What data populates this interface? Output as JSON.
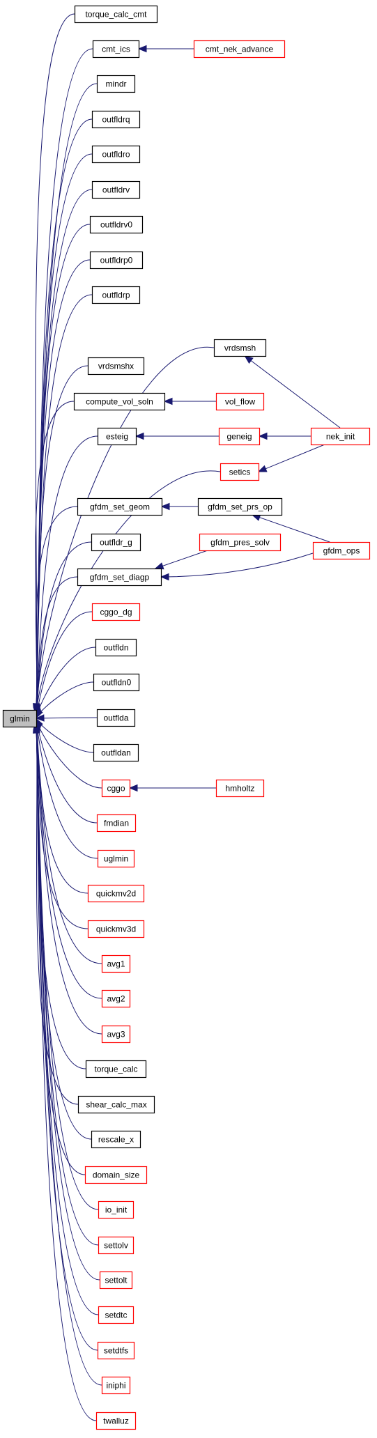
{
  "graph": {
    "nodes": [
      {
        "id": "glmin",
        "label": "glmin",
        "style": "root"
      },
      {
        "id": "torque_calc_cmt",
        "label": "torque_calc_cmt",
        "style": "black"
      },
      {
        "id": "cmt_ics",
        "label": "cmt_ics",
        "style": "black"
      },
      {
        "id": "cmt_nek_advance",
        "label": "cmt_nek_advance",
        "style": "red"
      },
      {
        "id": "mindr",
        "label": "mindr",
        "style": "black"
      },
      {
        "id": "outfldrq",
        "label": "outfldrq",
        "style": "black"
      },
      {
        "id": "outfldro",
        "label": "outfldro",
        "style": "black"
      },
      {
        "id": "outfldrv",
        "label": "outfldrv",
        "style": "black"
      },
      {
        "id": "outfldrv0",
        "label": "outfldrv0",
        "style": "black"
      },
      {
        "id": "outfldrp0",
        "label": "outfldrp0",
        "style": "black"
      },
      {
        "id": "outfldrp",
        "label": "outfldrp",
        "style": "black"
      },
      {
        "id": "vrdsmsh",
        "label": "vrdsmsh",
        "style": "black"
      },
      {
        "id": "vrdsmshx",
        "label": "vrdsmshx",
        "style": "black"
      },
      {
        "id": "compute_vol_soln",
        "label": "compute_vol_soln",
        "style": "black"
      },
      {
        "id": "vol_flow",
        "label": "vol_flow",
        "style": "red"
      },
      {
        "id": "esteig",
        "label": "esteig",
        "style": "black"
      },
      {
        "id": "geneig",
        "label": "geneig",
        "style": "red"
      },
      {
        "id": "nek_init",
        "label": "nek_init",
        "style": "red"
      },
      {
        "id": "setics",
        "label": "setics",
        "style": "red"
      },
      {
        "id": "gfdm_set_geom",
        "label": "gfdm_set_geom",
        "style": "black"
      },
      {
        "id": "gfdm_set_prs_op",
        "label": "gfdm_set_prs_op",
        "style": "black"
      },
      {
        "id": "outfldr_g",
        "label": "outfldr_g",
        "style": "black"
      },
      {
        "id": "gfdm_pres_solv",
        "label": "gfdm_pres_solv",
        "style": "red"
      },
      {
        "id": "gfdm_ops",
        "label": "gfdm_ops",
        "style": "red"
      },
      {
        "id": "gfdm_set_diagp",
        "label": "gfdm_set_diagp",
        "style": "black"
      },
      {
        "id": "cggo_dg",
        "label": "cggo_dg",
        "style": "red"
      },
      {
        "id": "outfldn",
        "label": "outfldn",
        "style": "black"
      },
      {
        "id": "outfldn0",
        "label": "outfldn0",
        "style": "black"
      },
      {
        "id": "outflda",
        "label": "outflda",
        "style": "black"
      },
      {
        "id": "outfldan",
        "label": "outfldan",
        "style": "black"
      },
      {
        "id": "cggo",
        "label": "cggo",
        "style": "red"
      },
      {
        "id": "hmholtz",
        "label": "hmholtz",
        "style": "red"
      },
      {
        "id": "fmdian",
        "label": "fmdian",
        "style": "red"
      },
      {
        "id": "uglmin",
        "label": "uglmin",
        "style": "red"
      },
      {
        "id": "quickmv2d",
        "label": "quickmv2d",
        "style": "red"
      },
      {
        "id": "quickmv3d",
        "label": "quickmv3d",
        "style": "red"
      },
      {
        "id": "avg1",
        "label": "avg1",
        "style": "red"
      },
      {
        "id": "avg2",
        "label": "avg2",
        "style": "red"
      },
      {
        "id": "avg3",
        "label": "avg3",
        "style": "red"
      },
      {
        "id": "torque_calc",
        "label": "torque_calc",
        "style": "black"
      },
      {
        "id": "shear_calc_max",
        "label": "shear_calc_max",
        "style": "black"
      },
      {
        "id": "rescale_x",
        "label": "rescale_x",
        "style": "black"
      },
      {
        "id": "domain_size",
        "label": "domain_size",
        "style": "red"
      },
      {
        "id": "io_init",
        "label": "io_init",
        "style": "red"
      },
      {
        "id": "settolv",
        "label": "settolv",
        "style": "red"
      },
      {
        "id": "settolt",
        "label": "settolt",
        "style": "red"
      },
      {
        "id": "setdtc",
        "label": "setdtc",
        "style": "red"
      },
      {
        "id": "setdtfs",
        "label": "setdtfs",
        "style": "red"
      },
      {
        "id": "iniphi",
        "label": "iniphi",
        "style": "red"
      },
      {
        "id": "twalluz",
        "label": "twalluz",
        "style": "red"
      }
    ],
    "edges": [
      {
        "from": "torque_calc_cmt",
        "to": "glmin"
      },
      {
        "from": "cmt_ics",
        "to": "glmin"
      },
      {
        "from": "cmt_nek_advance",
        "to": "cmt_ics"
      },
      {
        "from": "mindr",
        "to": "glmin"
      },
      {
        "from": "outfldrq",
        "to": "glmin"
      },
      {
        "from": "outfldro",
        "to": "glmin"
      },
      {
        "from": "outfldrv",
        "to": "glmin"
      },
      {
        "from": "outfldrv0",
        "to": "glmin"
      },
      {
        "from": "outfldrp0",
        "to": "glmin"
      },
      {
        "from": "outfldrp",
        "to": "glmin"
      },
      {
        "from": "vrdsmsh",
        "to": "glmin"
      },
      {
        "from": "nek_init",
        "to": "vrdsmsh"
      },
      {
        "from": "vrdsmshx",
        "to": "glmin"
      },
      {
        "from": "compute_vol_soln",
        "to": "glmin"
      },
      {
        "from": "vol_flow",
        "to": "compute_vol_soln"
      },
      {
        "from": "esteig",
        "to": "glmin"
      },
      {
        "from": "geneig",
        "to": "esteig"
      },
      {
        "from": "nek_init",
        "to": "geneig"
      },
      {
        "from": "setics",
        "to": "glmin"
      },
      {
        "from": "nek_init",
        "to": "setics"
      },
      {
        "from": "gfdm_set_geom",
        "to": "glmin"
      },
      {
        "from": "gfdm_set_prs_op",
        "to": "gfdm_set_geom"
      },
      {
        "from": "gfdm_ops",
        "to": "gfdm_set_prs_op"
      },
      {
        "from": "outfldr_g",
        "to": "glmin"
      },
      {
        "from": "gfdm_set_diagp",
        "to": "glmin"
      },
      {
        "from": "gfdm_pres_solv",
        "to": "gfdm_set_diagp"
      },
      {
        "from": "gfdm_ops",
        "to": "gfdm_set_diagp"
      },
      {
        "from": "cggo_dg",
        "to": "glmin"
      },
      {
        "from": "outfldn",
        "to": "glmin"
      },
      {
        "from": "outfldn0",
        "to": "glmin"
      },
      {
        "from": "outflda",
        "to": "glmin"
      },
      {
        "from": "outfldan",
        "to": "glmin"
      },
      {
        "from": "cggo",
        "to": "glmin"
      },
      {
        "from": "hmholtz",
        "to": "cggo"
      },
      {
        "from": "fmdian",
        "to": "glmin"
      },
      {
        "from": "uglmin",
        "to": "glmin"
      },
      {
        "from": "quickmv2d",
        "to": "glmin"
      },
      {
        "from": "quickmv3d",
        "to": "glmin"
      },
      {
        "from": "avg1",
        "to": "glmin"
      },
      {
        "from": "avg2",
        "to": "glmin"
      },
      {
        "from": "avg3",
        "to": "glmin"
      },
      {
        "from": "torque_calc",
        "to": "glmin"
      },
      {
        "from": "shear_calc_max",
        "to": "glmin"
      },
      {
        "from": "rescale_x",
        "to": "glmin"
      },
      {
        "from": "domain_size",
        "to": "glmin"
      },
      {
        "from": "io_init",
        "to": "glmin"
      },
      {
        "from": "settolv",
        "to": "glmin"
      },
      {
        "from": "settolt",
        "to": "glmin"
      },
      {
        "from": "setdtc",
        "to": "glmin"
      },
      {
        "from": "setdtfs",
        "to": "glmin"
      },
      {
        "from": "iniphi",
        "to": "glmin"
      },
      {
        "from": "twalluz",
        "to": "glmin"
      }
    ],
    "colors": {
      "edge": "#191970",
      "border_red": "#ff0000",
      "border_black": "#000000",
      "root_fill": "#bfbfbf"
    }
  }
}
